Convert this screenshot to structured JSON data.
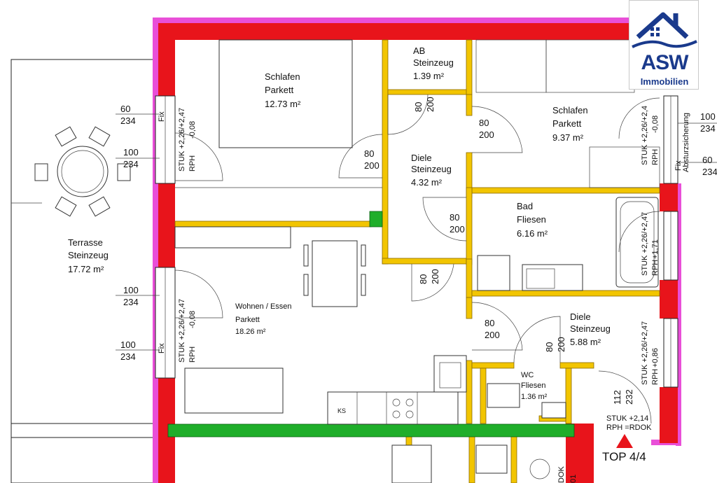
{
  "rooms": {
    "schlafen1": {
      "name": "Schlafen",
      "floor": "Parkett",
      "area": "12.73 m²"
    },
    "ab": {
      "name": "AB",
      "floor": "Steinzeug",
      "area": "1.39 m²"
    },
    "schlafen2": {
      "name": "Schlafen",
      "floor": "Parkett",
      "area": "9.37 m²"
    },
    "diele1": {
      "name": "Diele",
      "floor": "Steinzeug",
      "area": "4.32 m²"
    },
    "bad": {
      "name": "Bad",
      "floor": "Fliesen",
      "area": "6.16 m²"
    },
    "terrasse": {
      "name": "Terrasse",
      "floor": "Steinzeug",
      "area": "17.72 m²"
    },
    "wohnen": {
      "name": "Wohnen / Essen",
      "floor": "Parkett",
      "area": "18.26 m²"
    },
    "diele2": {
      "name": "Diele",
      "floor": "Steinzeug",
      "area": "5.88 m²"
    },
    "wc": {
      "name": "WC",
      "floor": "Fliesen",
      "area": "1.36 m²"
    }
  },
  "openings": {
    "w1": {
      "w": "60",
      "h": "234"
    },
    "w2": {
      "w": "100",
      "h": "234"
    },
    "w3": {
      "w": "100",
      "h": "234"
    },
    "w4": {
      "w": "100",
      "h": "234"
    },
    "w_right1": {
      "w": "100",
      "h": "234"
    },
    "w_right2": {
      "w": "60",
      "h": "234"
    },
    "d_schlafen1": {
      "w": "80",
      "h": "200"
    },
    "d_ab": {
      "w": "80",
      "h": "200"
    },
    "d_schlafen2": {
      "w": "80",
      "h": "200"
    },
    "d_bad": {
      "w": "80",
      "h": "200"
    },
    "d_wohnen": {
      "w": "80",
      "h": "200"
    },
    "d_diele": {
      "w": "80",
      "h": "200"
    },
    "d_wc": {
      "w": "80",
      "h": "200"
    },
    "d_entry": {
      "w": "112",
      "h": "232"
    }
  },
  "sill_labels": {
    "stuk_a": "STUK +2,26/+2,47",
    "rph_a": "RPH",
    "rph_val_a": "-0,08",
    "stuk_b": "STUK +2,26/+2,47",
    "rph_b": "RPH",
    "rph_val_b": "-0,08",
    "stuk_c": "STUK +2,26/+2,4",
    "rph_c": "RPH",
    "rph_val_c": "-0,08",
    "stuk_d": "STUK +2,26/+2,47",
    "rph_d": "RPH",
    "rph_val_d": "+1,71",
    "stuk_e": "STUK +2,26/+2,47",
    "rph_e": "RPH",
    "rph_val_e": "+0,86",
    "fix1": "Fix",
    "fix2": "Fix",
    "fix3": "Fix",
    "absturz": "Absturzsicherung",
    "stuk_entry": "STUK +2,14",
    "rph_entry": "RPH =RDOK",
    "dok": "DOK",
    "dok_val": "01"
  },
  "misc": {
    "ks": "KS",
    "unit": "TOP 4/4"
  },
  "logo": {
    "name": "ASW",
    "sub": "Immobilien"
  },
  "colors": {
    "wall": "#e8141b",
    "insulation": "#e94fd8",
    "partition": "#f2c500",
    "accent": "#1fae2a",
    "marker": "#e8141b",
    "brand": "#1a3a8c"
  }
}
